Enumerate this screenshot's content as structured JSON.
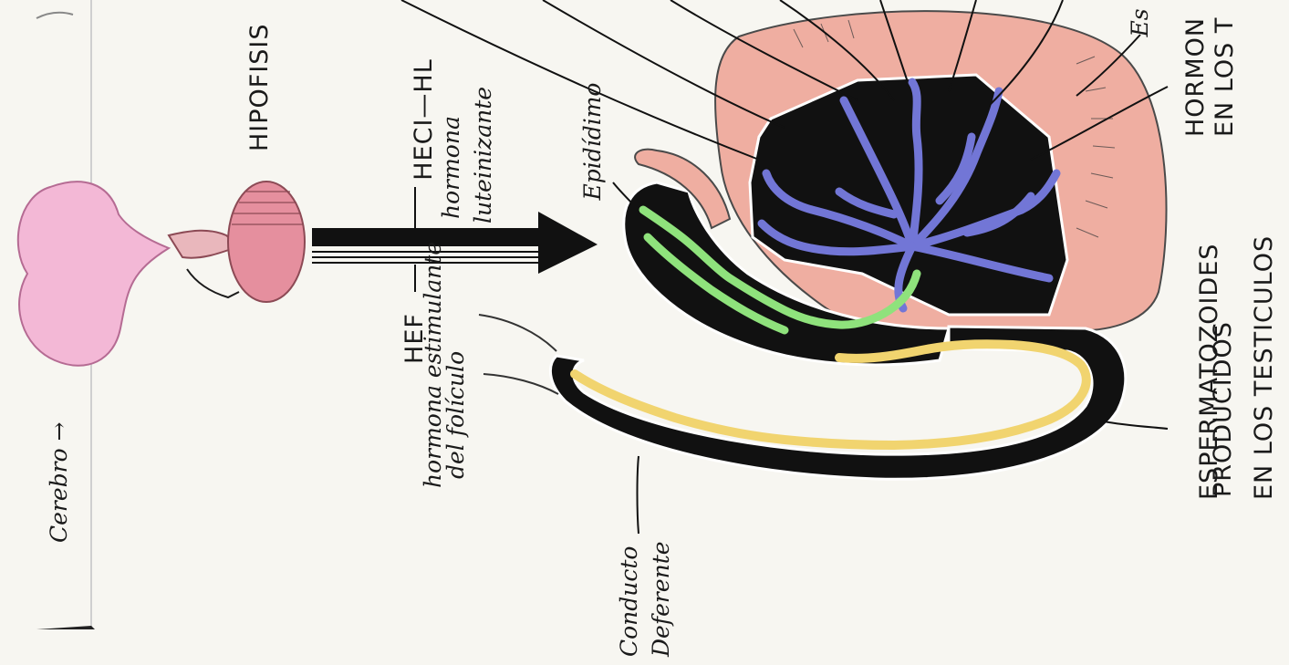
{
  "labels": {
    "brain": "Cerebro →",
    "pituitary": "HIPOFISIS",
    "lh_code": "HECI—HL",
    "lh_name_1": "hormona",
    "lh_name_2": "luteinizante",
    "fsh_code": "HEF",
    "fsh_name_1": "hormona estimulante",
    "fsh_name_2": "del folículo",
    "epididymis": "Epidídimo",
    "vas_deferens_1": "Conducto",
    "vas_deferens_2": "Deferente",
    "sperm_1": "ESPERMATOZOIDES",
    "sperm_2": "PRODUCIDOS",
    "sperm_3": "EN LOS TESTICULOS",
    "hormone_1": "HORMON",
    "hormone_2": "EN LOS T",
    "top_fragment": "Es"
  },
  "colors": {
    "brain": "#f3b8d6",
    "pituitary": "#e58f9e",
    "testis_capsule": "#efaea1",
    "seminiferous_tubules": "#7276d6",
    "epididymis_tubule": "#8fe27c",
    "vas_deferens_tubule": "#f1d46f",
    "duct_fill": "#111111"
  }
}
